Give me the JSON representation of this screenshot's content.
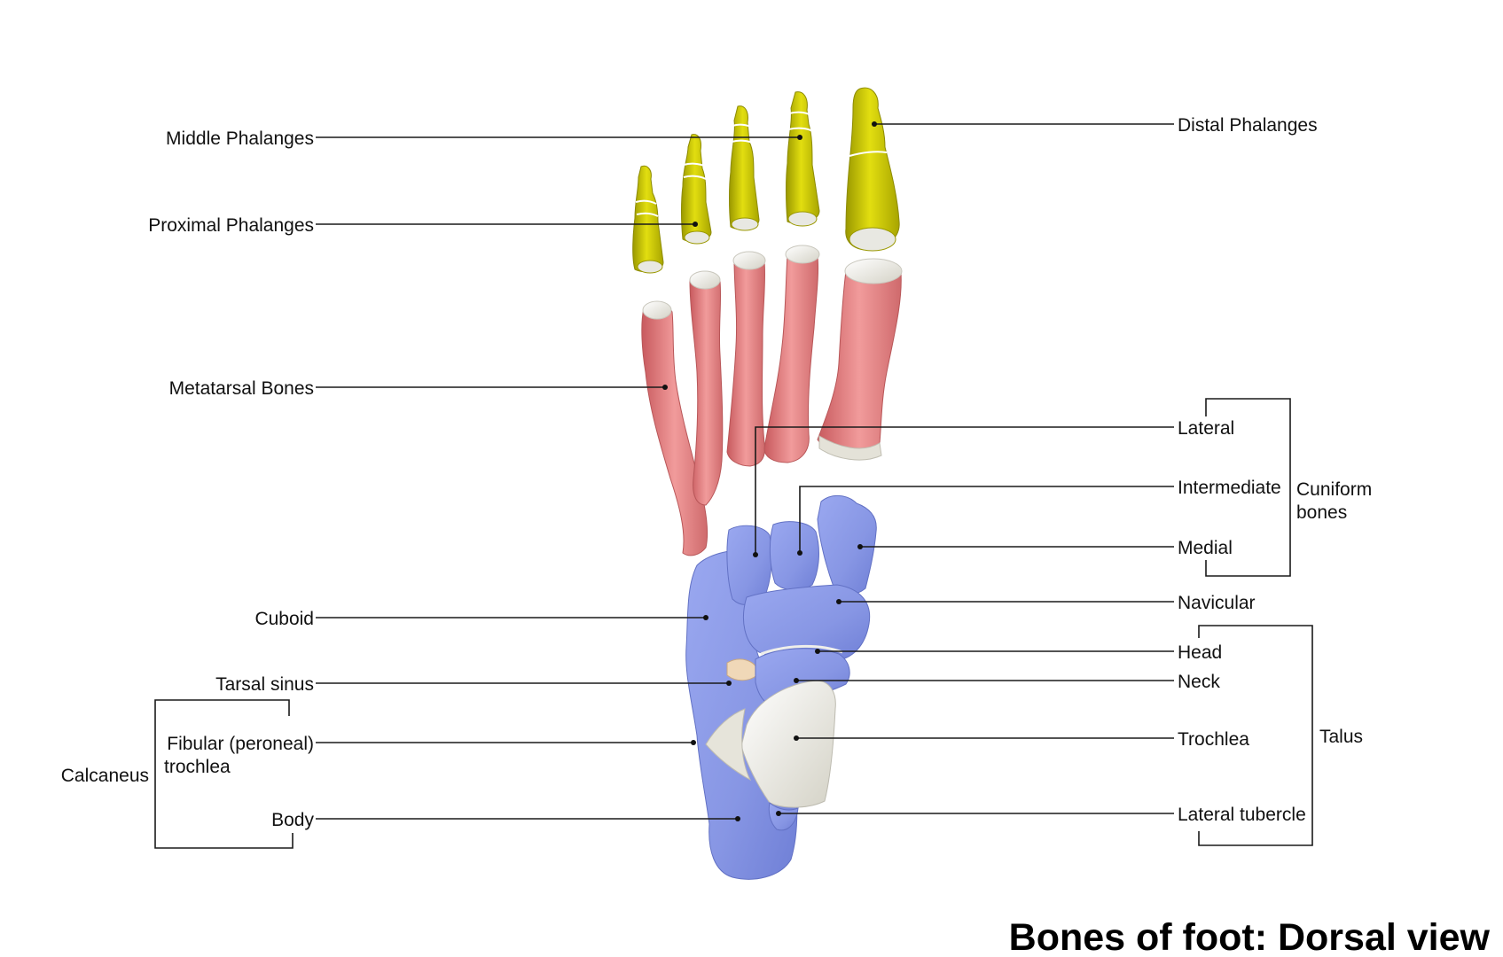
{
  "title": "Bones of foot: Dorsal view",
  "colors": {
    "phalanges": "#d8d400",
    "metatarsals": "#e88a8a",
    "tarsals": "#8f9ee8",
    "cartilage": "#eeeeea",
    "line": "#1a1a1a"
  },
  "labels": {
    "middle_phalanges": "Middle Phalanges",
    "proximal_phalanges": "Proximal Phalanges",
    "distal_phalanges": "Distal Phalanges",
    "metatarsal_bones": "Metatarsal Bones",
    "lateral": "Lateral",
    "intermediate": "Intermediate",
    "medial": "Medial",
    "cuniform_line1": "Cuniform",
    "cuniform_line2": "bones",
    "navicular": "Navicular",
    "cuboid": "Cuboid",
    "tarsal_sinus": "Tarsal sinus",
    "fibular_line1": "Fibular (peroneal)",
    "fibular_line2": "trochlea",
    "calcaneus": "Calcaneus",
    "body": "Body",
    "head": "Head",
    "neck": "Neck",
    "trochlea": "Trochlea",
    "lateral_tubercle": "Lateral tubercle",
    "talus": "Talus"
  }
}
